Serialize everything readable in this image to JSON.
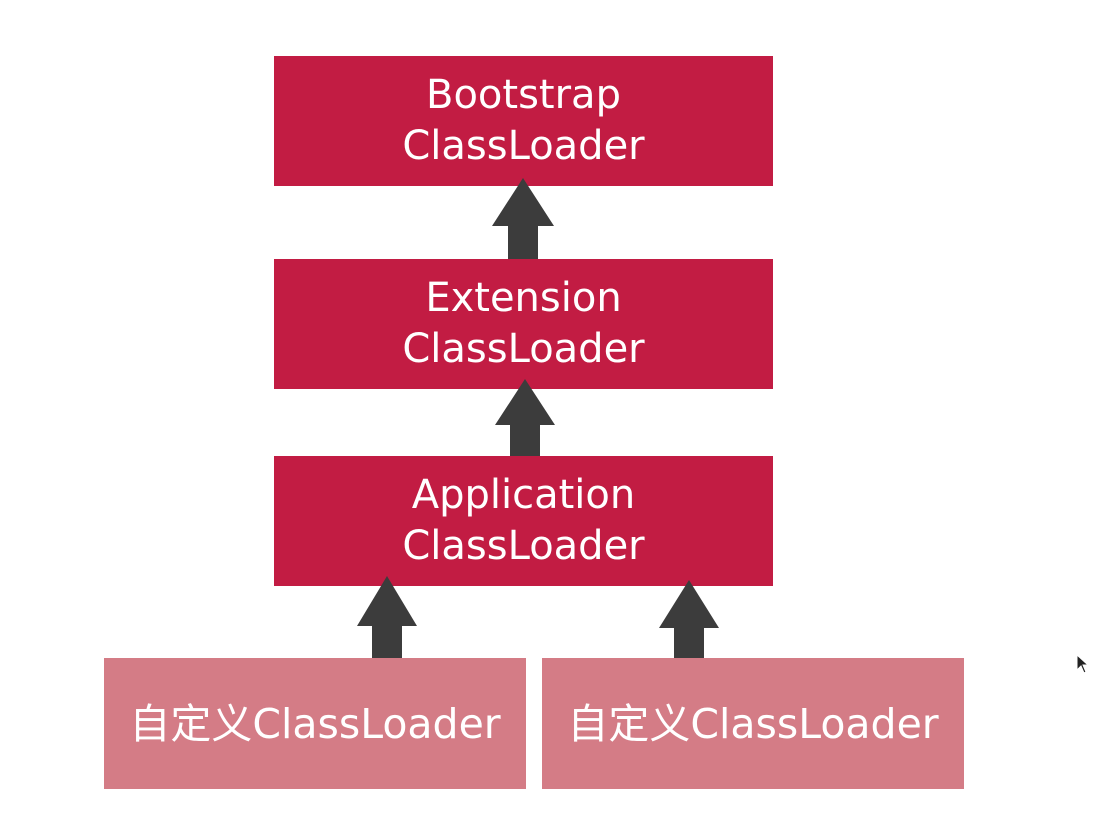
{
  "diagram": {
    "nodes": {
      "bootstrap": {
        "line1": "Bootstrap",
        "line2": "ClassLoader"
      },
      "extension": {
        "line1": "Extension",
        "line2": "ClassLoader"
      },
      "application": {
        "line1": "Application",
        "line2": "ClassLoader"
      },
      "custom_left": {
        "label": "自定义ClassLoader"
      },
      "custom_right": {
        "label": "自定义ClassLoader"
      }
    },
    "edges": [
      {
        "from": "extension",
        "to": "bootstrap"
      },
      {
        "from": "application",
        "to": "extension"
      },
      {
        "from": "custom_left",
        "to": "application"
      },
      {
        "from": "custom_right",
        "to": "application"
      }
    ],
    "colors": {
      "primary_box": "#c21c43",
      "secondary_box": "#d47c86",
      "arrow": "#3c3c3c",
      "text": "#ffffff"
    },
    "icons": {
      "cursor": "mouse-pointer-icon",
      "arrow": "up-arrow-icon"
    }
  }
}
